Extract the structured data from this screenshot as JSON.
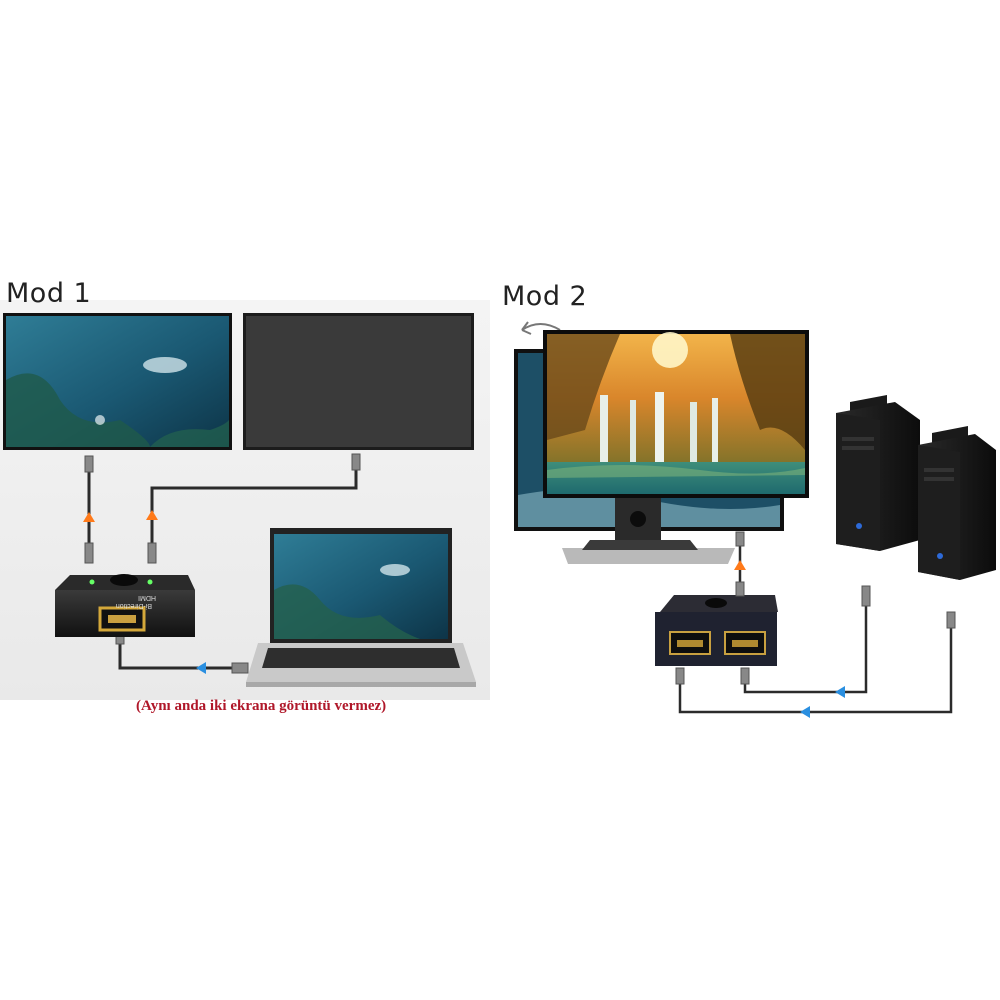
{
  "mode1": {
    "title": "Mod  1",
    "note": "(Aynı anda iki ekrana görüntü vermez)",
    "switch_label_top": "HDMI",
    "switch_label_bottom": "Bi-Direction"
  },
  "mode2": {
    "title": "Mod 2"
  },
  "colors": {
    "arrow_orange": "#ff7a1a",
    "arrow_blue": "#2a8fe0",
    "cable": "#2b2b2b",
    "screen_off": "#3a3a3a",
    "ocean": "#1e5f7a"
  },
  "icons": [
    "monitor-icon",
    "laptop-icon",
    "hdmi-switch-icon",
    "pc-tower-icon",
    "rotate-arrow-icon"
  ]
}
